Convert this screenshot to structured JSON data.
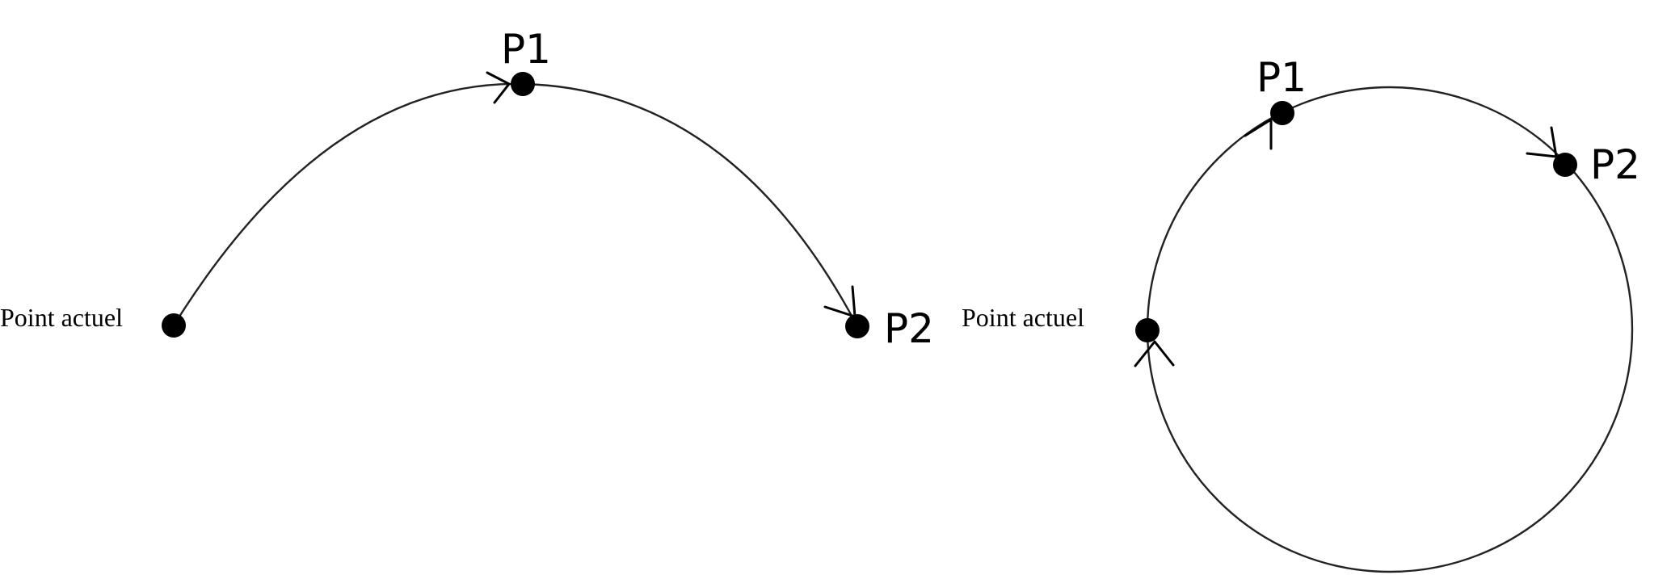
{
  "colors": {
    "background": "#ffffff",
    "ink": "#000000"
  },
  "arc_diagram": {
    "start_label": "Point actuel",
    "p1_label": "P1",
    "p2_label": "P2"
  },
  "circle_diagram": {
    "start_label": "Point actuel",
    "p1_label": "P1",
    "p2_label": "P2"
  }
}
